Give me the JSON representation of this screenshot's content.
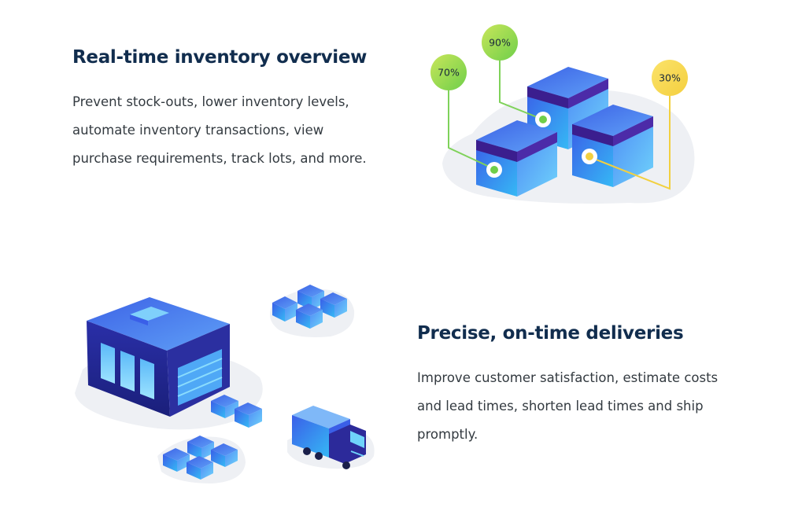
{
  "sections": [
    {
      "title": "Real-time inventory overview",
      "description": "Prevent stock-outs, lower inventory levels, automate inventory transactions, view purchase requirements, track lots, and more."
    },
    {
      "title": "Precise, on-time deliveries",
      "description": "Improve customer satisfaction, estimate costs and lead times, shorten lead times and ship promptly."
    }
  ],
  "inventory_levels": [
    {
      "label": "70%",
      "value": 70
    },
    {
      "label": "90%",
      "value": 90
    },
    {
      "label": "30%",
      "value": 30
    }
  ],
  "colors": {
    "heading": "#112d4e",
    "body_text": "#333a40",
    "box_blue": "#3f8cf0",
    "box_purple": "#4b2aa8",
    "badge_green": "#8fd34a",
    "badge_yellow": "#f5d84e",
    "shadow_gray": "#eef0f4"
  }
}
